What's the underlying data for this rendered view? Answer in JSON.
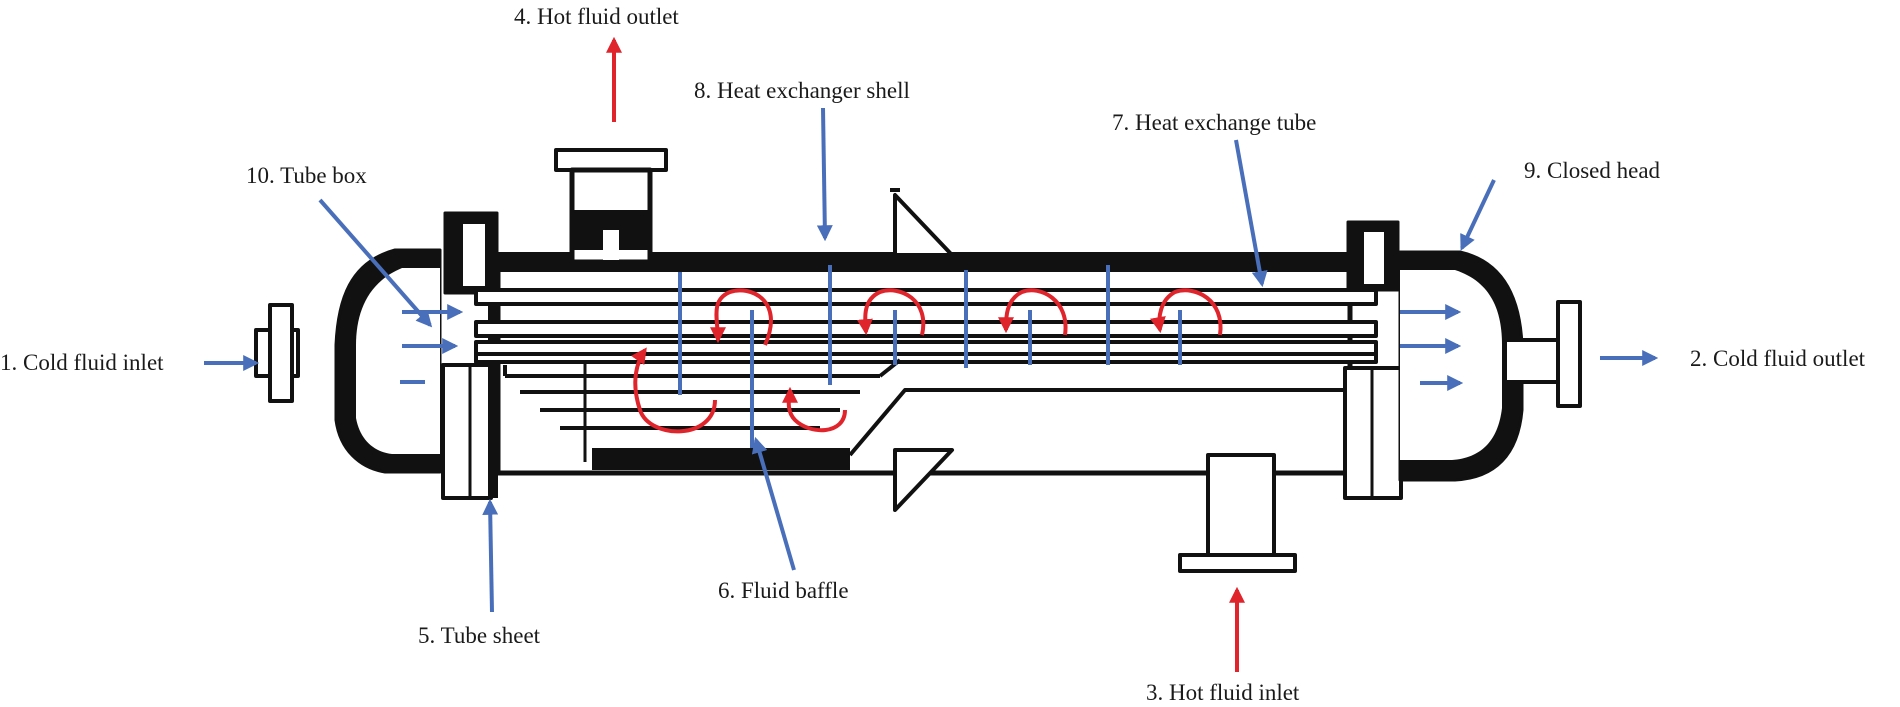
{
  "labels": {
    "cold_inlet": "1. Cold fluid inlet",
    "cold_outlet": "2. Cold fluid outlet",
    "hot_inlet": "3. Hot fluid inlet",
    "hot_outlet": "4. Hot fluid outlet",
    "tube_sheet": "5. Tube sheet",
    "fluid_baffle": "6. Fluid baffle",
    "heat_exchange_tube": "7. Heat exchange tube",
    "heat_exchanger_shell": "8. Heat exchanger shell",
    "closed_head": "9. Closed head",
    "tube_box": "10. Tube box"
  },
  "colors": {
    "pointer": "#4a6fba",
    "hot_flow": "#e0242b",
    "outline": "#111111",
    "text": "#1a1a1a"
  }
}
